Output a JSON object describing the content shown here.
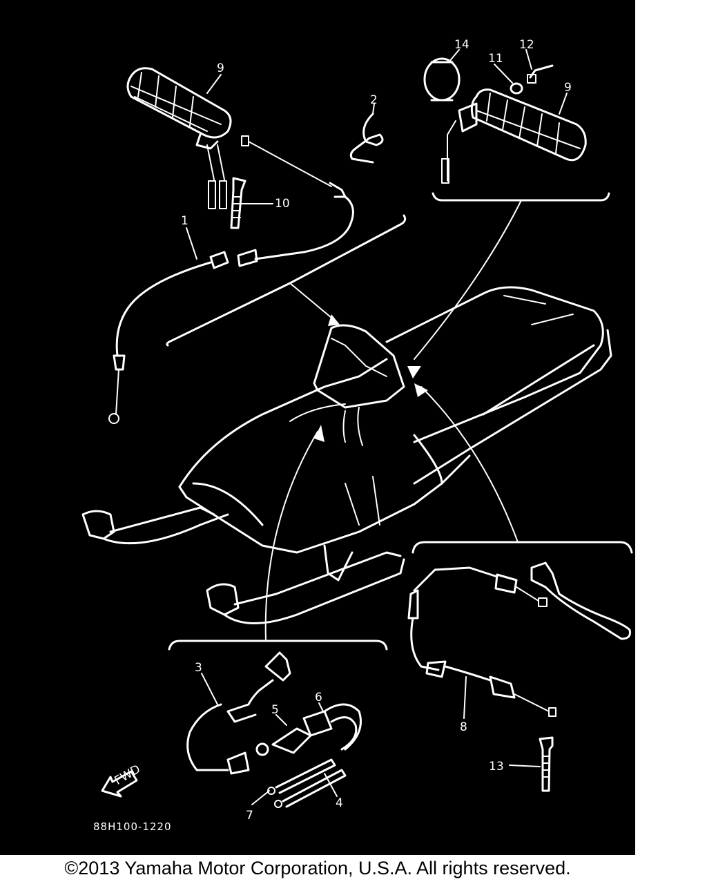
{
  "diagram": {
    "code": "88H100-1220",
    "fwd_label": "FWD",
    "callouts": [
      {
        "id": "c1",
        "text": "1"
      },
      {
        "id": "c2",
        "text": "2"
      },
      {
        "id": "c3",
        "text": "3"
      },
      {
        "id": "c4",
        "text": "4"
      },
      {
        "id": "c5",
        "text": "5"
      },
      {
        "id": "c6",
        "text": "6"
      },
      {
        "id": "c7",
        "text": "7"
      },
      {
        "id": "c8",
        "text": "8"
      },
      {
        "id": "c9a",
        "text": "9"
      },
      {
        "id": "c9b",
        "text": "9"
      },
      {
        "id": "c10",
        "text": "10"
      },
      {
        "id": "c11",
        "text": "11"
      },
      {
        "id": "c12",
        "text": "12"
      },
      {
        "id": "c13",
        "text": "13"
      },
      {
        "id": "c14",
        "text": "14"
      }
    ]
  },
  "footer": {
    "copyright": "©2013 Yamaha Motor Corporation, U.S.A. All rights reserved."
  }
}
